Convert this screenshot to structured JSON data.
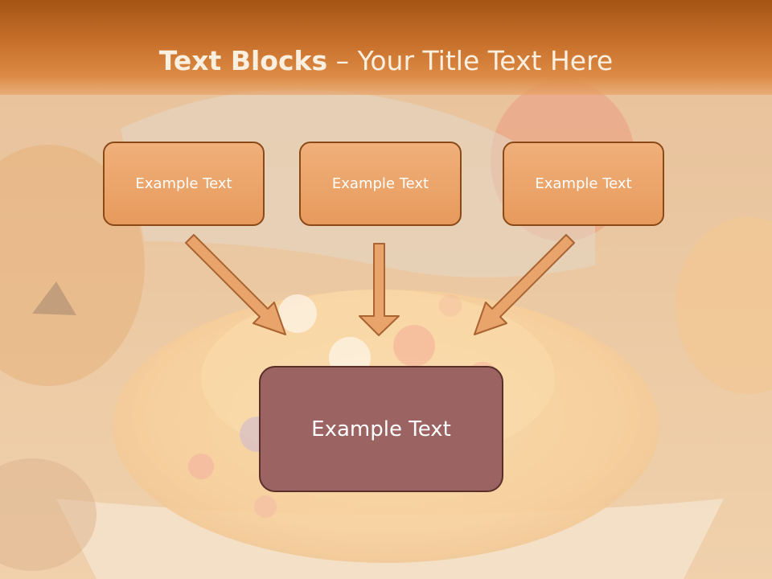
{
  "slide": {
    "title_bold": "Text Blocks",
    "title_rest": " – Your Title Text Here"
  },
  "boxes": {
    "top": [
      {
        "label": "Example Text"
      },
      {
        "label": "Example Text"
      },
      {
        "label": "Example Text"
      }
    ],
    "main": {
      "label": "Example Text"
    }
  },
  "colors": {
    "title_bar": "#c7702b",
    "top_box_fill": "#e79a5c",
    "top_box_border": "#8a4a18",
    "main_box_fill": "#9b6463",
    "arrow_fill": "#e9a46b",
    "arrow_border": "#a86432"
  }
}
